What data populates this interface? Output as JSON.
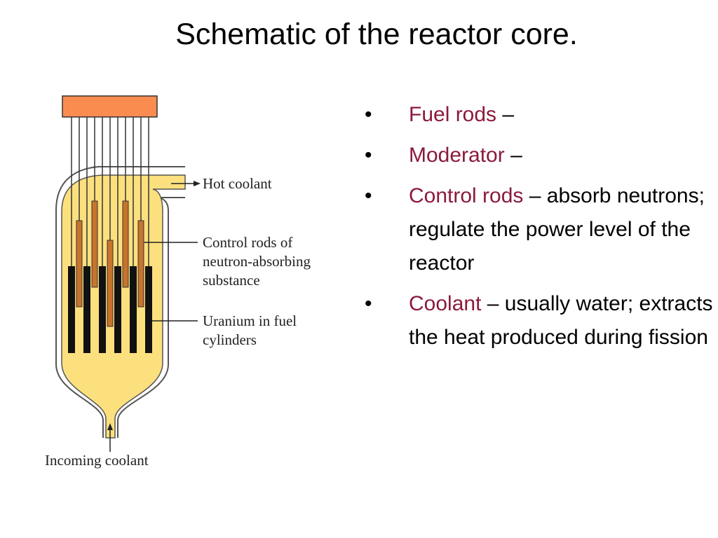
{
  "slide": {
    "title": "Schematic of the reactor core."
  },
  "diagram": {
    "labels": {
      "hot_coolant": "Hot coolant",
      "control_rods_line1": "Control rods of",
      "control_rods_line2": "neutron-absorbing",
      "control_rods_line3": "substance",
      "uranium_line1": "Uranium in fuel",
      "uranium_line2": "cylinders",
      "incoming_coolant": "Incoming coolant"
    },
    "colors": {
      "coolant": "#fde07e",
      "control_drive": "#fb8c4f",
      "control_rod": "#c8742c",
      "fuel_rod": "#111111",
      "vessel_outline": "#555555"
    }
  },
  "bullets": [
    {
      "marker": "•",
      "term": "Fuel rods",
      "text": " –"
    },
    {
      "marker": "•",
      "term": "Moderator",
      "text": " –"
    },
    {
      "marker": "•",
      "term": "Control rods",
      "text": " – absorb neutrons; regulate the power level of the reactor"
    },
    {
      "marker": "•",
      "term": "Coolant",
      "text": " – usually water; extracts the heat produced during fission"
    }
  ],
  "colors": {
    "term_accent": "#8b1a3c"
  }
}
